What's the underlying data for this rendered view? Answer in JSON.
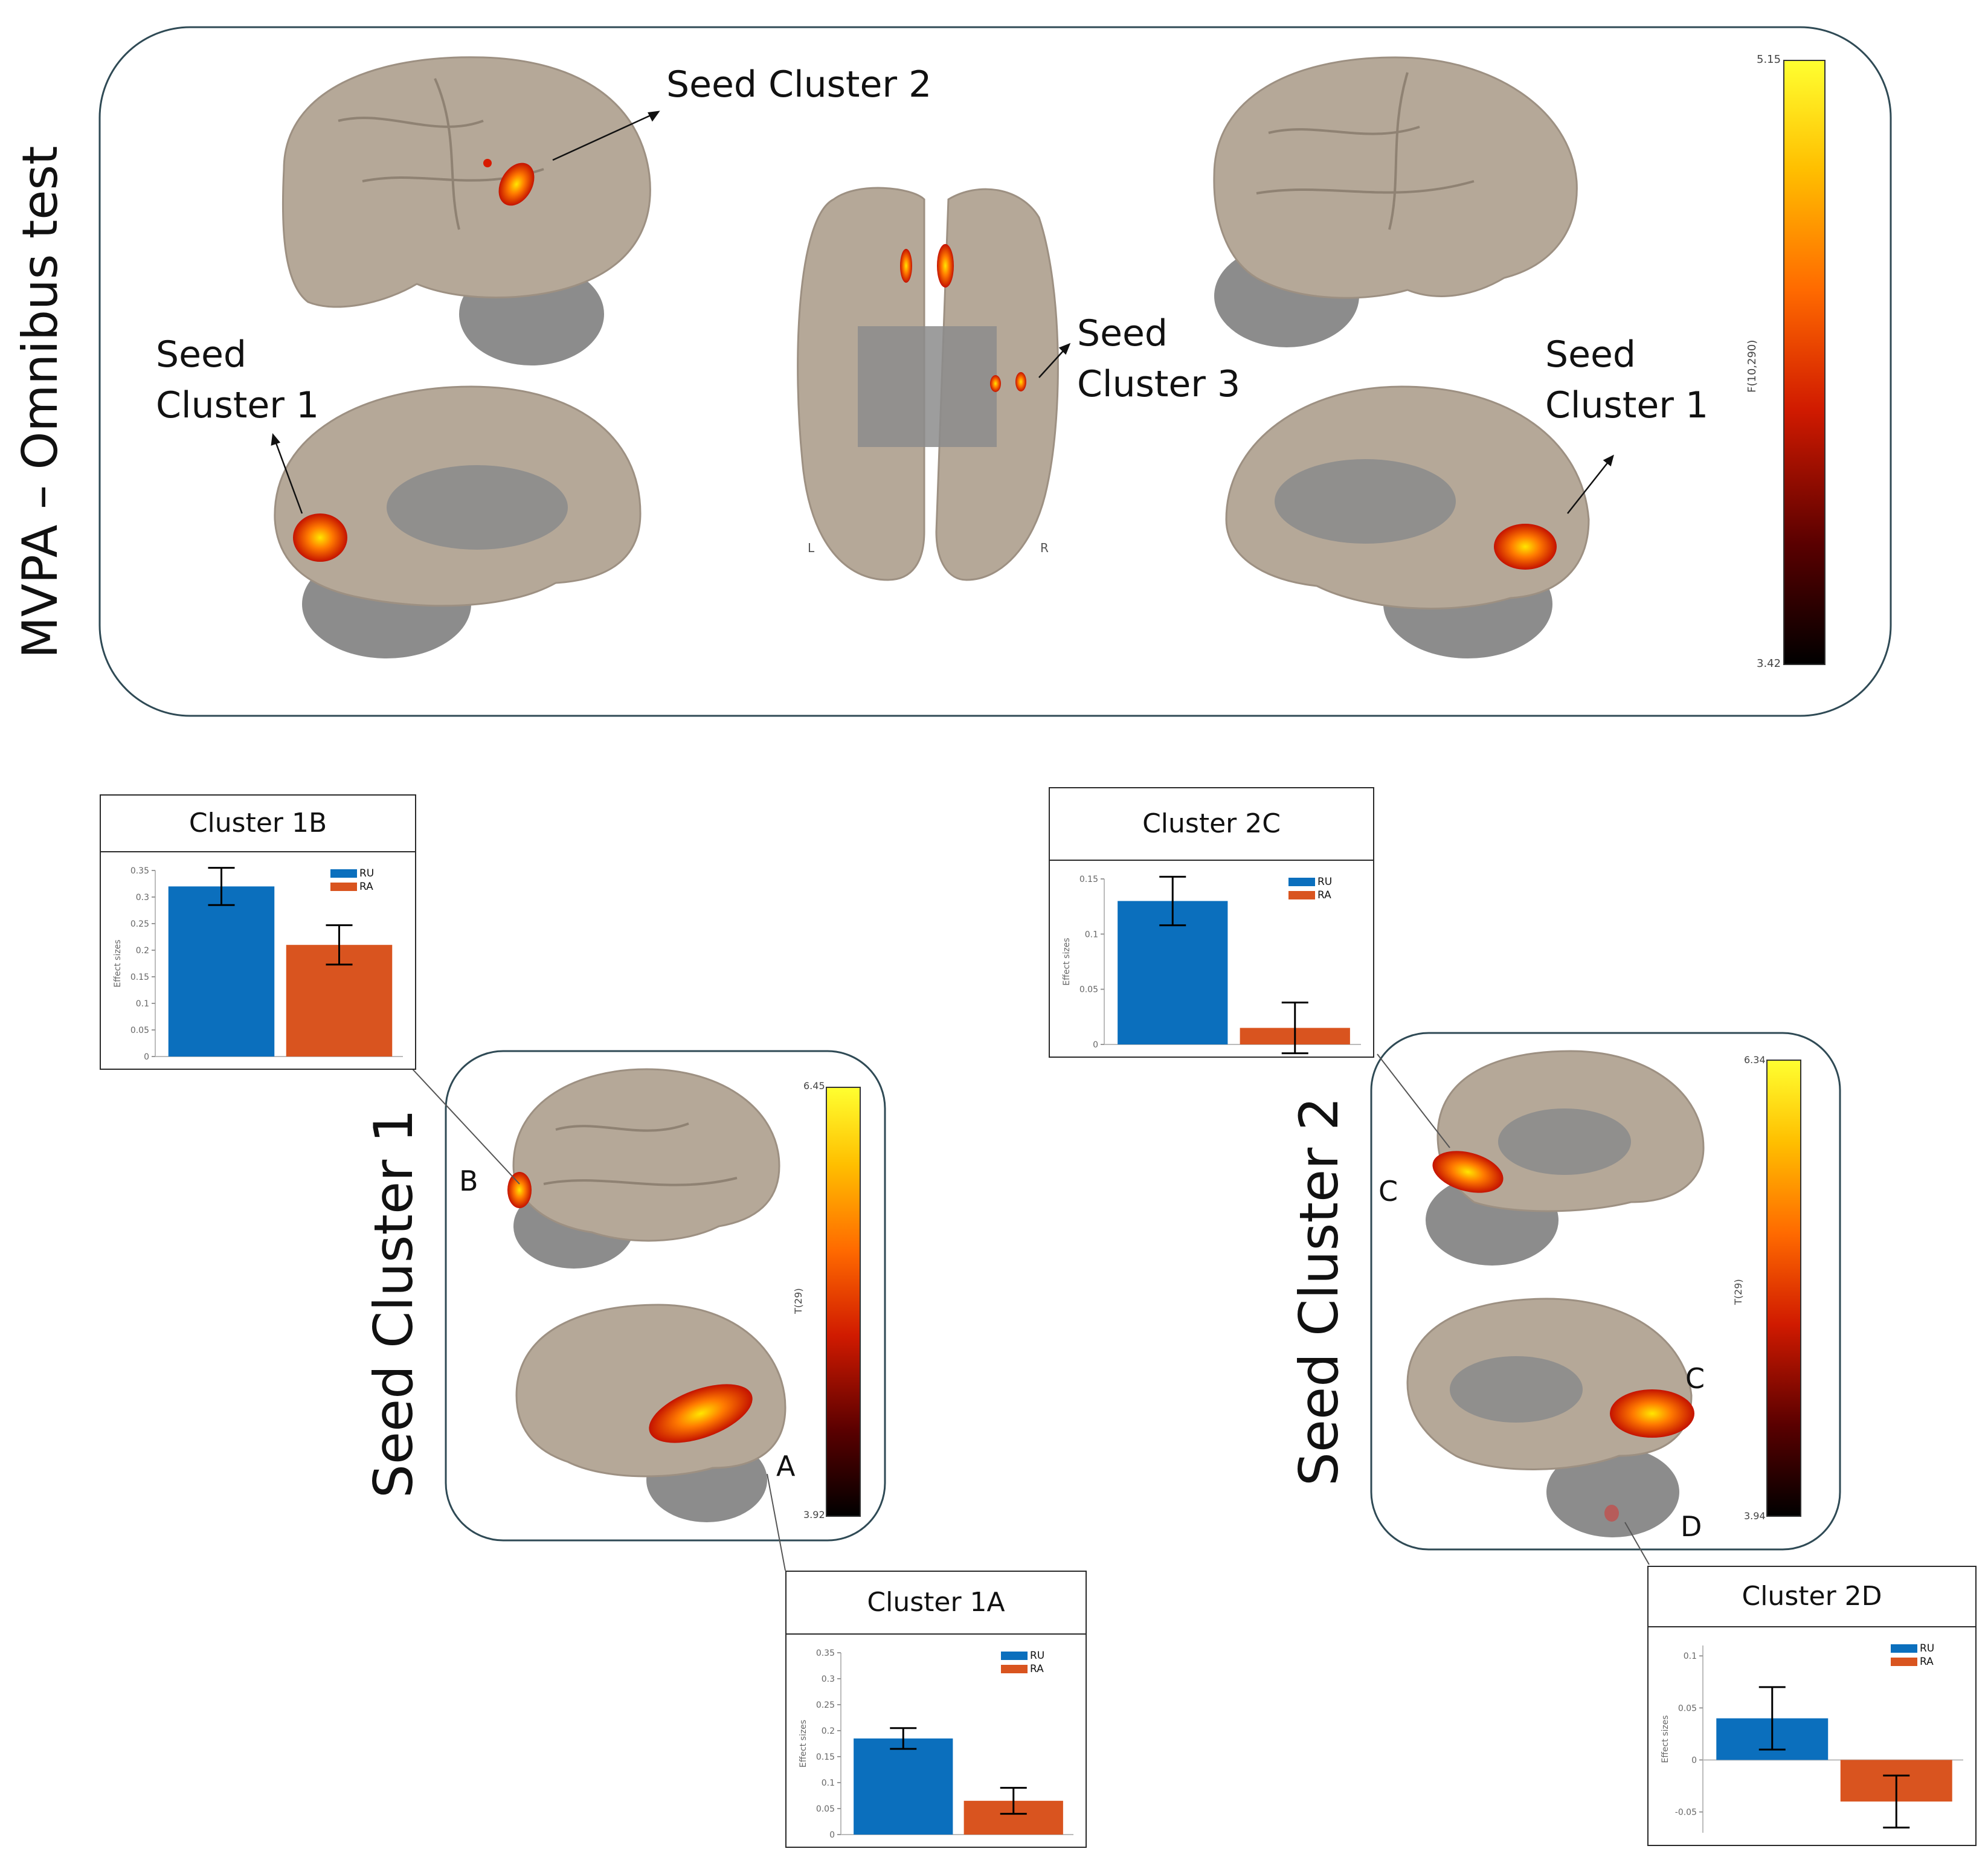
{
  "top_panel": {
    "title": "MVPA – Omnibus test",
    "seed_cluster_2_label": "Seed Cluster 2",
    "seed_cluster_1_left_label": [
      "Seed",
      "Cluster 1"
    ],
    "seed_cluster_3_label": [
      "Seed",
      "Cluster 3"
    ],
    "seed_cluster_1_right_label": [
      "Seed",
      "Cluster 1"
    ],
    "orientation_left": "L",
    "orientation_right": "R",
    "colorbar": {
      "max": "5.15",
      "min": "3.42",
      "label": "F(10,290)"
    }
  },
  "seed_cluster_1_panel": {
    "title": "Seed Cluster 1",
    "marker_b": "B",
    "marker_a": "A",
    "colorbar": {
      "max": "6.45",
      "min": "3.92",
      "label": "T(29)"
    }
  },
  "seed_cluster_2_panel": {
    "title": "Seed Cluster 2",
    "marker_c_top": "C",
    "marker_c_bottom": "C",
    "marker_d": "D",
    "colorbar": {
      "max": "6.34",
      "min": "3.94",
      "label": "T(29)"
    }
  },
  "colors": {
    "RU": "#0b6fbd",
    "RA": "#d9541f",
    "cortex": "#b5a898",
    "subcortex": "#8c8c8c",
    "panel_border": "#2f4a55"
  },
  "chart_data": [
    {
      "id": "cluster-1b",
      "type": "bar",
      "title": "Cluster 1B",
      "ylabel": "Effect sizes",
      "categories": [
        "RU",
        "RA"
      ],
      "values": [
        0.32,
        0.21
      ],
      "errors": [
        0.035,
        0.037
      ],
      "ylim": [
        0,
        0.35
      ],
      "yticks": [
        0,
        0.05,
        0.1,
        0.15,
        0.2,
        0.25,
        0.3,
        0.35
      ],
      "ytick_labels": [
        "0",
        "0.05",
        "0.1",
        "0.15",
        "0.2",
        "0.25",
        "0.3",
        "0.35"
      ],
      "legend": [
        "RU",
        "RA"
      ],
      "legend_position": "top-right"
    },
    {
      "id": "cluster-2c",
      "type": "bar",
      "title": "Cluster 2C",
      "ylabel": "Effect sizes",
      "categories": [
        "RU",
        "RA"
      ],
      "values": [
        0.13,
        0.015
      ],
      "errors": [
        0.022,
        0.023
      ],
      "ylim": [
        0,
        0.15
      ],
      "yticks": [
        0,
        0.05,
        0.1,
        0.15
      ],
      "ytick_labels": [
        "0",
        "0.05",
        "0.1",
        "0.15"
      ],
      "legend": [
        "RU",
        "RA"
      ],
      "legend_position": "top-right"
    },
    {
      "id": "cluster-1a",
      "type": "bar",
      "title": "Cluster 1A",
      "ylabel": "Effect sizes",
      "categories": [
        "RU",
        "RA"
      ],
      "values": [
        0.185,
        0.065
      ],
      "errors": [
        0.02,
        0.025
      ],
      "ylim": [
        0,
        0.35
      ],
      "yticks": [
        0,
        0.05,
        0.1,
        0.15,
        0.2,
        0.25,
        0.3,
        0.35
      ],
      "ytick_labels": [
        "0",
        "0.05",
        "0.1",
        "0.15",
        "0.2",
        "0.25",
        "0.3",
        "0.35"
      ],
      "legend": [
        "RU",
        "RA"
      ],
      "legend_position": "top-right"
    },
    {
      "id": "cluster-2d",
      "type": "bar",
      "title": "Cluster 2D",
      "ylabel": "Effect sizes",
      "categories": [
        "RU",
        "RA"
      ],
      "values": [
        0.04,
        -0.04
      ],
      "errors": [
        0.03,
        0.025
      ],
      "ylim": [
        -0.07,
        0.11
      ],
      "yticks": [
        -0.05,
        0,
        0.05,
        0.1
      ],
      "ytick_labels": [
        "-0.05",
        "0",
        "0.05",
        "0.1"
      ],
      "legend": [
        "RU",
        "RA"
      ],
      "legend_position": "top-right"
    }
  ]
}
